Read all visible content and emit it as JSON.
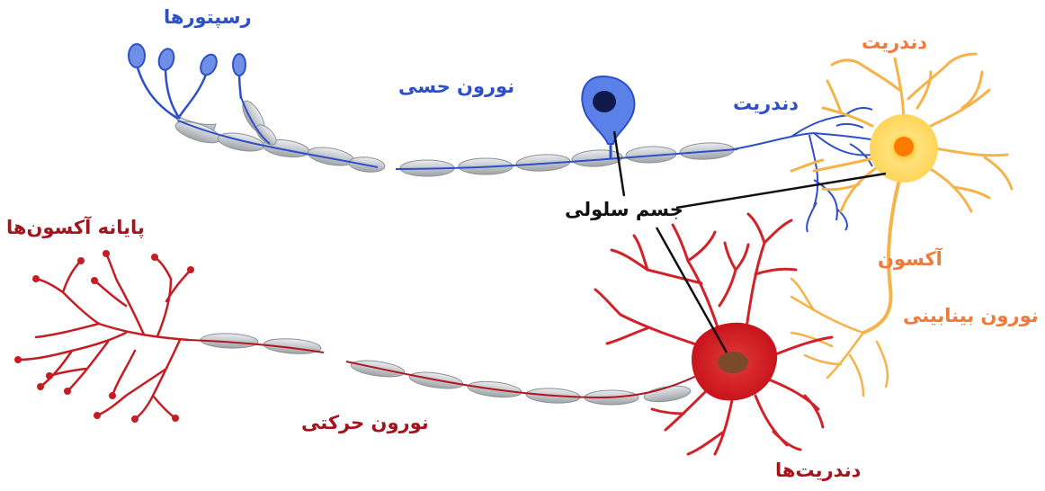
{
  "labels": {
    "receptors": "رسپتورها",
    "sensory_neuron": "نورون حسی",
    "dendrite_sensory": "دندریت",
    "dendrite_inter": "دندریت",
    "cell_body": "جسم سلولی",
    "axon": "آکسون",
    "interneuron": "نورون بینابینی",
    "axon_terminals": "پایانه آکسون‌ها",
    "motor_neuron": "نورون حرکتی",
    "dendrites_motor": "دندریت‌ها"
  },
  "colors": {
    "sensory": "#2f4fc8",
    "inter": "#f07a3c",
    "motor": "#a3141c",
    "myelin": "#c9cccf",
    "interneuron_body": "#ffd75a"
  }
}
